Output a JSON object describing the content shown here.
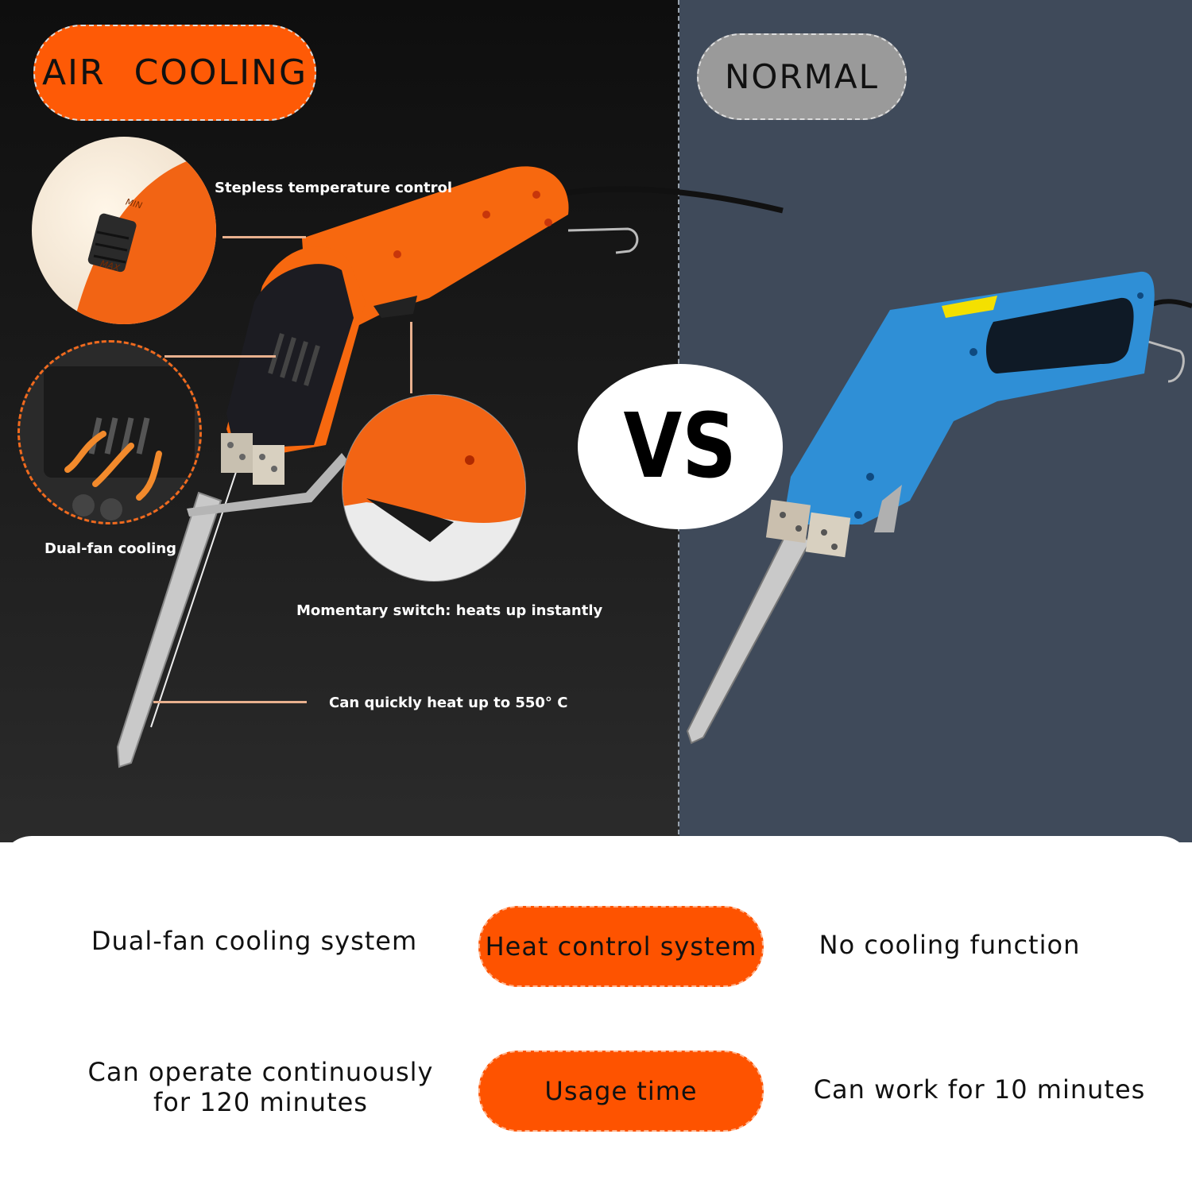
{
  "left_panel": {
    "badge": "AIR COOLING",
    "callouts": {
      "temperature": "Stepless temperature control",
      "fan": "Dual-fan cooling",
      "switch": "Momentary switch: heats up instantly",
      "heat": "Can quickly heat up to 550°  C"
    },
    "dial_labels": {
      "min": "MIN",
      "max": "MAX"
    }
  },
  "right_panel": {
    "badge": "NORMAL"
  },
  "vs_label": "VS",
  "comparison": {
    "rows": [
      {
        "left": "Dual-fan cooling system",
        "feature": "Heat control system",
        "right": "No cooling function"
      },
      {
        "left": "Can operate continuously for 120 minutes",
        "feature": "Usage time",
        "right": "Can work for 10 minutes"
      }
    ]
  },
  "colors": {
    "accent_orange": "#fe5a06",
    "normal_gray": "#9a9a9a",
    "right_bg": "#3f4a5a",
    "tool_blue": "#2f8fd6"
  }
}
